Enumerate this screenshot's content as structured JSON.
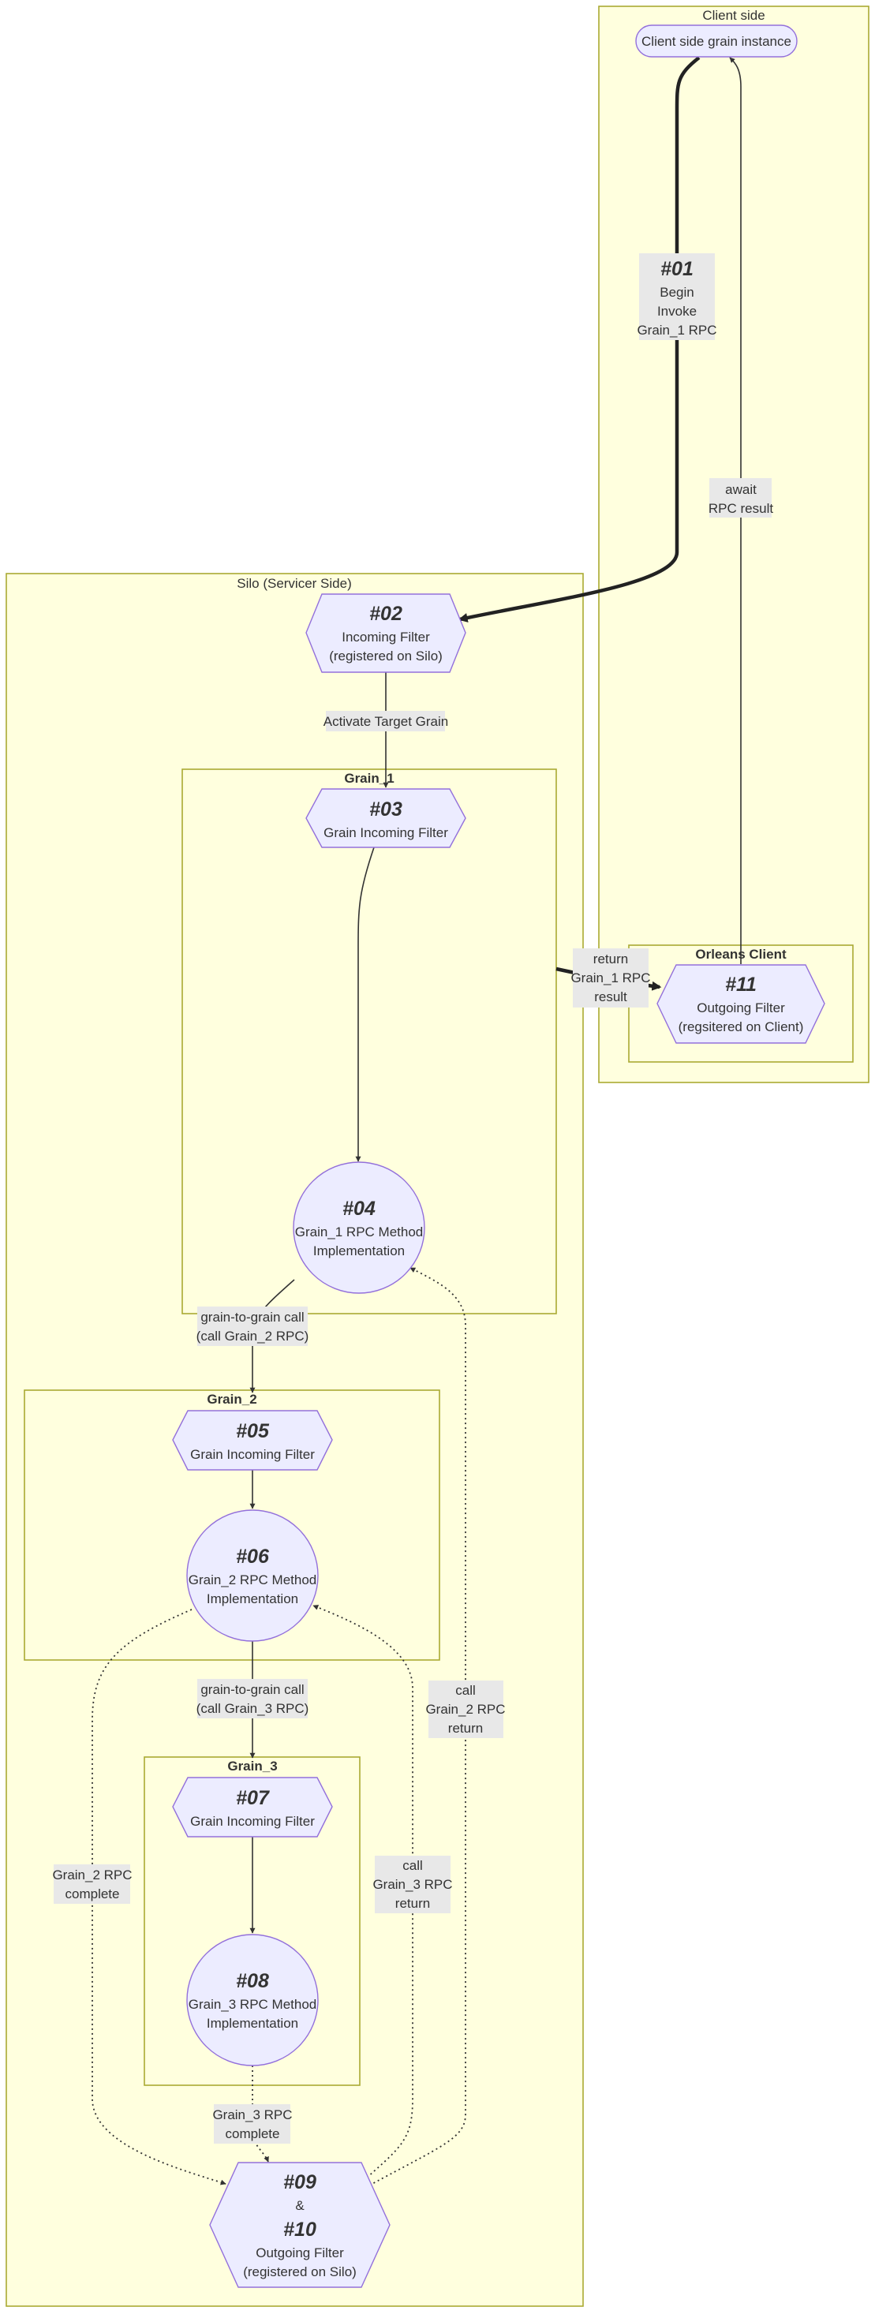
{
  "clusters": {
    "client_side": "Client side",
    "orleans_client": "Orleans Client",
    "silo": "Silo (Servicer Side)",
    "grain_1": "Grain_1",
    "grain_2": "Grain_2",
    "grain_3": "Grain_3"
  },
  "nodes": {
    "client_grain": "Client side grain instance",
    "n02": {
      "num": "#02",
      "l1": "Incoming Filter",
      "l2": "(registered on Silo)"
    },
    "n03": {
      "num": "#03",
      "l1": "Grain Incoming Filter"
    },
    "n04": {
      "num": "#04",
      "l1": "Grain_1 RPC Method",
      "l2": "Implementation"
    },
    "n05": {
      "num": "#05",
      "l1": "Grain Incoming Filter"
    },
    "n06": {
      "num": "#06",
      "l1": "Grain_2 RPC Method",
      "l2": "Implementation"
    },
    "n07": {
      "num": "#07",
      "l1": "Grain Incoming Filter"
    },
    "n08": {
      "num": "#08",
      "l1": "Grain_3 RPC Method",
      "l2": "Implementation"
    },
    "n09_10": {
      "num1": "#09",
      "amp": "&",
      "num2": "#10",
      "l1": "Outgoing Filter",
      "l2": "(registered on Silo)"
    },
    "n11": {
      "num": "#11",
      "l1": "Outgoing Filter",
      "l2": "(regsitered on Client)"
    }
  },
  "edges": {
    "e01": {
      "num": "#01",
      "l1": "Begin",
      "l2": "Invoke",
      "l3": "Grain_1 RPC"
    },
    "await": {
      "l1": "await",
      "l2": "RPC result"
    },
    "activate": "Activate Target Grain",
    "return_g1": {
      "l1": "return",
      "l2": "Grain_1 RPC",
      "l3": "result"
    },
    "g2g_call_2": {
      "l1": "grain-to-grain call",
      "l2": "(call Grain_2 RPC)"
    },
    "g2g_call_3": {
      "l1": "grain-to-grain call",
      "l2": "(call Grain_3 RPC)"
    },
    "call_g2_return": {
      "l1": "call",
      "l2": "Grain_2 RPC",
      "l3": "return"
    },
    "call_g3_return": {
      "l1": "call",
      "l2": "Grain_3 RPC",
      "l3": "return"
    },
    "g2_complete": {
      "l1": "Grain_2 RPC",
      "l2": "complete"
    },
    "g3_complete": {
      "l1": "Grain_3 RPC",
      "l2": "complete"
    }
  }
}
